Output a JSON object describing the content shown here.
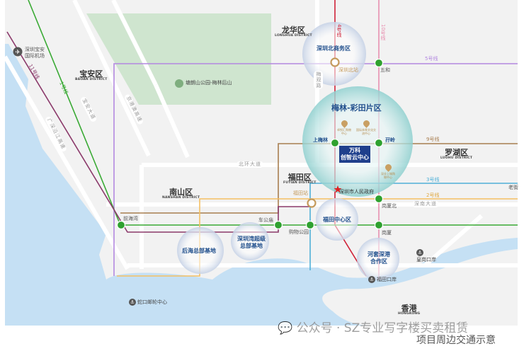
{
  "colors": {
    "line1": "#3aaa35",
    "line2": "#f5c063",
    "line3": "#4fb0d8",
    "line4": "#d0243a",
    "line5": "#b388e0",
    "line9": "#a87e50",
    "line10": "#e890b0",
    "line11": "#8b3a6b",
    "water": "#c5e0f4",
    "park": "#cfe5cf",
    "land": "#f2f2f2"
  },
  "districts": {
    "longhua": {
      "cn": "龙华区",
      "en": "LONGHUA DISTRICT"
    },
    "baoan": {
      "cn": "宝安区",
      "en": "BAOAN DISTRICT"
    },
    "luohu": {
      "cn": "罗湖区",
      "en": "LUOHU DISTRICT"
    },
    "futian": {
      "cn": "福田区",
      "en": "FUTIAN DISTRICT"
    },
    "nanshan": {
      "cn": "南山区",
      "en": "NANSHAN DISTRICT"
    },
    "hongkong": {
      "cn": "香港",
      "en": "HONGKONG"
    }
  },
  "lines": {
    "l4": "4号线",
    "l10": "10号线",
    "l5": "5号线",
    "l9": "9号线",
    "l3": "3号线",
    "l2": "2号线",
    "l1": "1号线",
    "l11": "11号线"
  },
  "stations": {
    "wuhe": "五和",
    "shangmeilin": "上梅林",
    "ziling": "孖岭",
    "gangxiabei": "岗厦北",
    "gangxia": "岗厦",
    "chegongmiao": "车公庙",
    "gouwugongyuan": "购物公园",
    "qianhaiwan": "前海湾",
    "shenzhenbei": "深圳北站",
    "futian": "福田站",
    "laojie": "老街"
  },
  "zones": {
    "beishangwu": "深圳北商务区",
    "meilin": "梅林-彩田片区",
    "futianzx": "福田中心区",
    "hetao": "河套深港合作区",
    "houhai": "后海总部基地",
    "shenzhenwan": "深圳湾超级总部基地"
  },
  "project": {
    "line1": "万科",
    "line2": "创智云中心"
  },
  "pois": {
    "zhuoyue": "卓悦汇购物中心",
    "tiyu": "国际体育文化交流中心",
    "shenye": "深业上城购物中心",
    "gov": "深圳市人民政府",
    "park": "塘朗山公园-梅林后山",
    "airport": "深圳宝安国际机场"
  },
  "ports": {
    "futian": "福田口岸",
    "huanggang": "皇岗口岸",
    "shekou": "蛇口邮轮中心"
  },
  "roads": {
    "beihuan": "北环大道",
    "shennan": "深南大道",
    "meiguan": "梅观路",
    "baoan": "宝安大道",
    "jinggangao": "京港澳高速",
    "guangshen": "广深沿江高速"
  },
  "watermark": {
    "prefix": "公众号 ·",
    "account": "SZ专业写字楼买卖租赁"
  },
  "caption": "项目周边交通示意"
}
